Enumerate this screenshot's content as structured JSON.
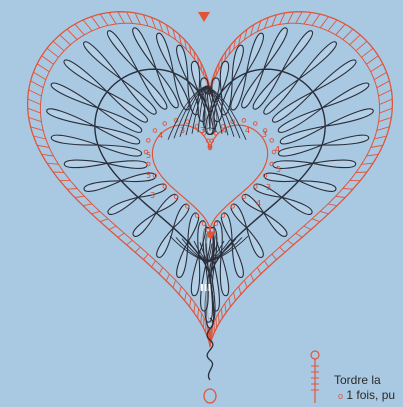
{
  "diagram": {
    "caption_line1": "Tordre la",
    "caption_line2": "1 fois, pu",
    "caption_marker": "o",
    "center_mark": "III",
    "inner_numbers": [
      "4",
      "3",
      "3",
      "4",
      "4",
      "3",
      "4",
      "5",
      "5",
      "5",
      "3",
      "3",
      "4"
    ],
    "colors": {
      "background": "#a9c9e3",
      "crochet": "#e0553a",
      "tatting": "#2a2e3a",
      "loop_fill": "#c8dcef"
    }
  }
}
